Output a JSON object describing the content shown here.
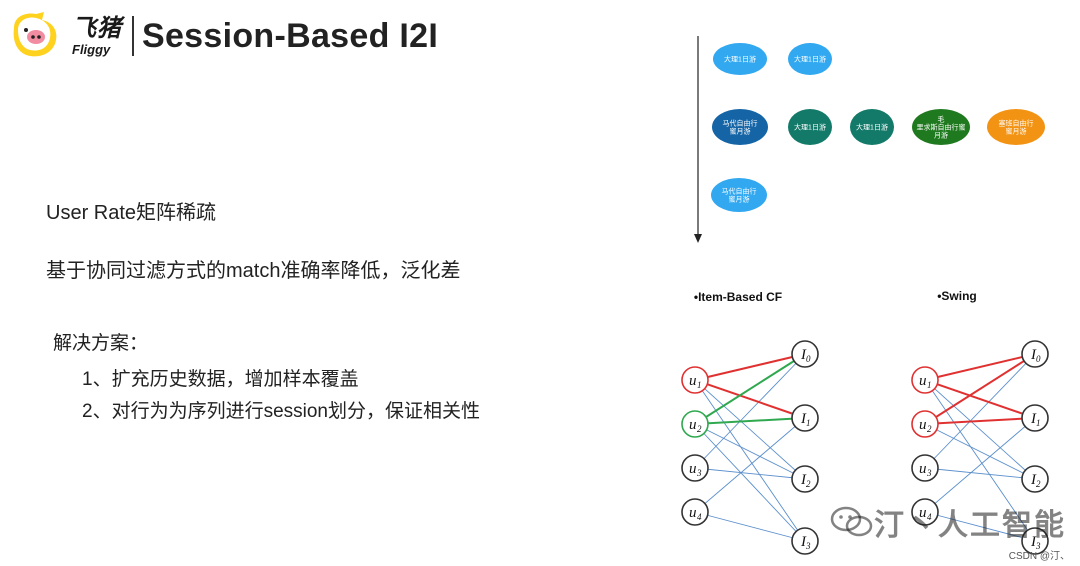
{
  "header": {
    "brand_cn": "飞猪",
    "brand_en": "Fliggy",
    "title": "Session-Based I2I"
  },
  "body": {
    "line1": "User Rate矩阵稀疏",
    "line2": "基于协同过滤方式的match准确率降低，泛化差",
    "solution_title": "解决方案：",
    "solution_items": [
      "1、扩充历史数据，增加样本覆盖",
      "2、对行为为序列进行session划分，保证相关性"
    ]
  },
  "session_diagram": {
    "row1": [
      "大理1日游",
      "大理1日游"
    ],
    "row2": [
      {
        "lines": [
          "马代自由行",
          "蜜月游"
        ],
        "color": "#1565a6"
      },
      {
        "lines": [
          "大理1日游"
        ],
        "color": "#137a6a"
      },
      {
        "lines": [
          "大理1日游"
        ],
        "color": "#137a6a"
      },
      {
        "lines": [
          "毛",
          "里求斯自由行蜜",
          "月游"
        ],
        "color": "#1f7a1f"
      },
      {
        "lines": [
          "塞班自由行",
          "蜜月游"
        ],
        "color": "#f39314"
      }
    ],
    "row3": [
      "马代自由行",
      "蜜月游"
    ],
    "colors": {
      "light_blue": "#32a8f0",
      "arrow": "#222222"
    }
  },
  "graphs": {
    "item_based_title": "•Item-Based CF",
    "swing_title": "•Swing",
    "users": [
      {
        "base": "u",
        "sub": "1",
        "ring": "#d62f2f"
      },
      {
        "base": "u",
        "sub": "2",
        "ring": "#d62f2f"
      },
      {
        "base": "u",
        "sub": "3",
        "ring": "#333333"
      },
      {
        "base": "u",
        "sub": "4",
        "ring": "#333333"
      }
    ],
    "items": [
      {
        "base": "I",
        "sub": "0"
      },
      {
        "base": "I",
        "sub": "1"
      },
      {
        "base": "I",
        "sub": "2"
      },
      {
        "base": "I",
        "sub": "3"
      }
    ],
    "colors": {
      "red": "#e03131",
      "green": "#2fa84f",
      "blue": "#5b8fcc",
      "green_ring": "#2fa84f"
    }
  },
  "watermark": {
    "text": "汀丶人工智能",
    "csdn": "CSDN @汀、"
  }
}
